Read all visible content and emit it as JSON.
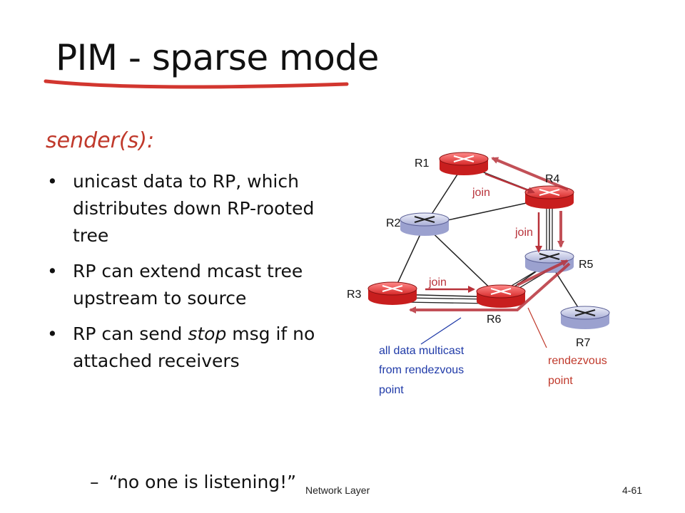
{
  "slide": {
    "title": "PIM - sparse mode",
    "subheading": "sender(s):",
    "bullets": [
      {
        "before": "unicast data to RP, which distributes down RP-rooted tree",
        "em": "",
        "after": ""
      },
      {
        "before": "RP can extend mcast tree upstream to source",
        "em": "",
        "after": ""
      },
      {
        "before": "RP can send ",
        "em": "stop",
        "after": " msg if no attached receivers"
      }
    ],
    "sub_bullet": "“no one is listening!”",
    "footer_left": "Network Layer",
    "footer_right": "4-61"
  },
  "diagram": {
    "routers": {
      "R1": "R1",
      "R2": "R2",
      "R3": "R3",
      "R4": "R4",
      "R5": "R5",
      "R6": "R6",
      "R7": "R7"
    },
    "join_labels": [
      "join",
      "join",
      "join"
    ],
    "note_blue": [
      "all data multicast",
      "from rendezvous",
      "point"
    ],
    "note_red": [
      "rendezvous",
      "point"
    ],
    "colors": {
      "title_underline": "#d2362f",
      "subheading": "#c0392b",
      "active_router": "#e03a3a",
      "idle_router": "#c9cde8",
      "arrow": "#b8323a",
      "note_blue": "#1f3aa8"
    }
  }
}
